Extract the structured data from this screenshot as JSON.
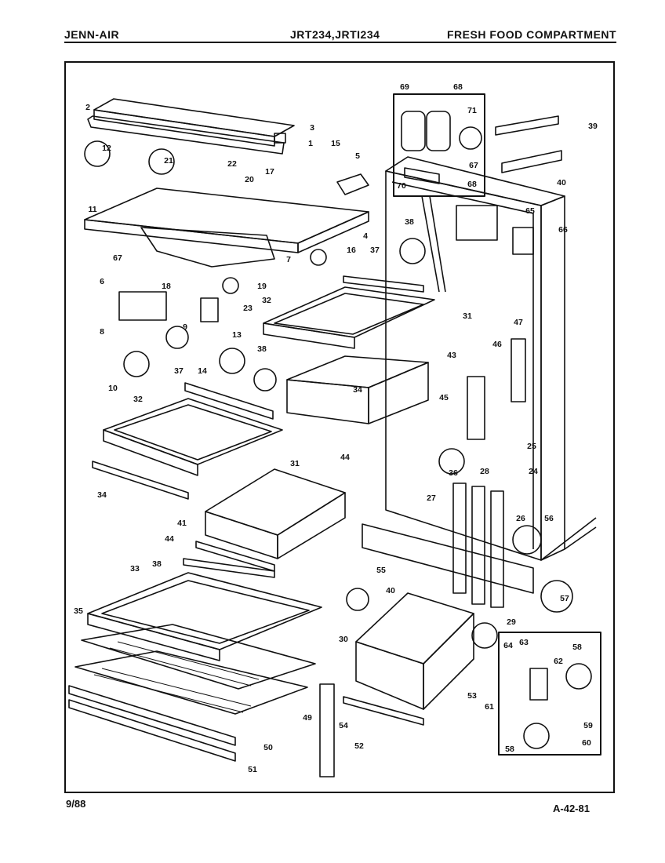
{
  "header": {
    "brand": "JENN-AIR",
    "model": "JRT234,JRTI234",
    "section": "FRESH FOOD COMPARTMENT"
  },
  "footer": {
    "date": "9/88",
    "page_code": "A-42-81"
  },
  "callouts": [
    "1",
    "2",
    "3",
    "4",
    "5",
    "6",
    "7",
    "8",
    "9",
    "10",
    "11",
    "12",
    "13",
    "14",
    "15",
    "16",
    "17",
    "18",
    "19",
    "20",
    "21",
    "22",
    "23",
    "24",
    "25",
    "26",
    "27",
    "28",
    "29",
    "30",
    "31",
    "32",
    "33",
    "34",
    "35",
    "36",
    "37",
    "38",
    "39",
    "40",
    "41",
    "43",
    "44",
    "45",
    "46",
    "47",
    "49",
    "50",
    "51",
    "52",
    "53",
    "54",
    "55",
    "56",
    "57",
    "58",
    "59",
    "60",
    "61",
    "62",
    "63",
    "64",
    "65",
    "66",
    "67",
    "68",
    "69",
    "70",
    "71"
  ]
}
